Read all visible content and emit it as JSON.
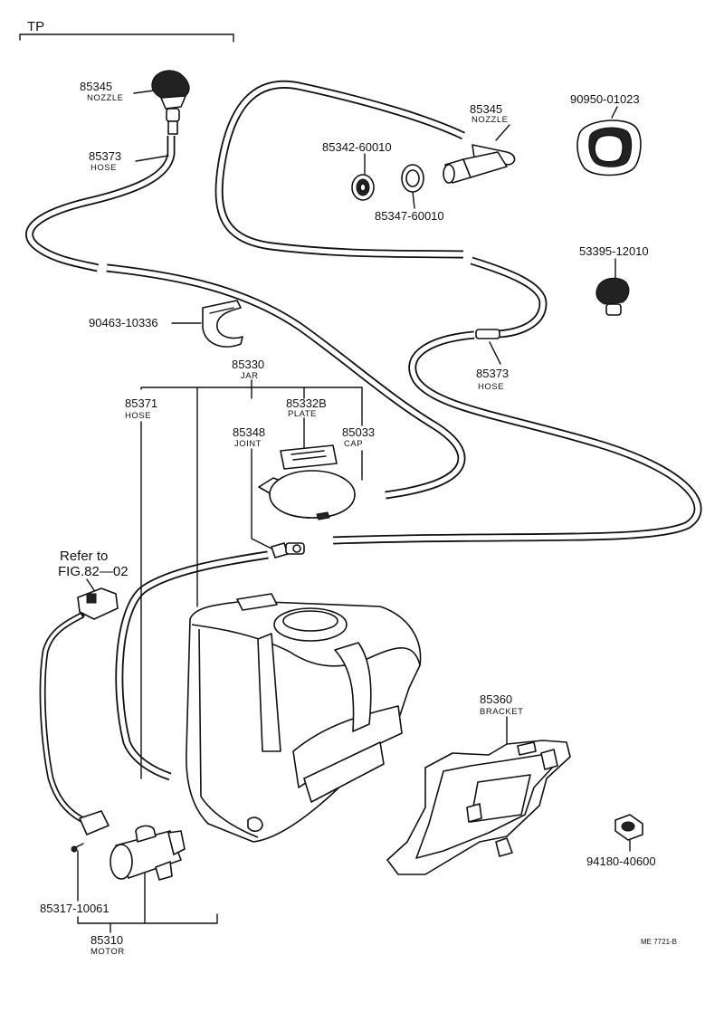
{
  "header": {
    "code": "TP"
  },
  "footer": {
    "ref": "ME  7721-B"
  },
  "reference": {
    "line1": "Refer to",
    "line2": "FIG.82—02"
  },
  "callouts": {
    "nozzle_left": {
      "number": "85345",
      "name": "NOZZLE"
    },
    "nozzle_right": {
      "number": "85345",
      "name": "NOZZLE"
    },
    "hose_upper_left": {
      "number": "85373",
      "name": "HOSE"
    },
    "hose_right": {
      "number": "85373",
      "name": "HOSE"
    },
    "hose_main": {
      "number": "85371",
      "name": "HOSE"
    },
    "jar": {
      "number": "85330",
      "name": "JAR"
    },
    "plate": {
      "number": "85332B",
      "name": "PLATE"
    },
    "joint": {
      "number": "85348",
      "name": "JOINT"
    },
    "cap": {
      "number": "85033",
      "name": "CAP"
    },
    "bracket": {
      "number": "85360",
      "name": "BRACKET"
    },
    "motor": {
      "number": "85310",
      "name": "MOTOR"
    },
    "grommet": {
      "number": "90950-01023"
    },
    "seal_a": {
      "number": "85342-60010"
    },
    "seal_b": {
      "number": "85347-60010"
    },
    "nozzle_small": {
      "number": "53395-12010"
    },
    "clip": {
      "number": "90463-10336"
    },
    "nut": {
      "number": "94180-40600"
    },
    "screw": {
      "number": "85317-10061"
    }
  }
}
